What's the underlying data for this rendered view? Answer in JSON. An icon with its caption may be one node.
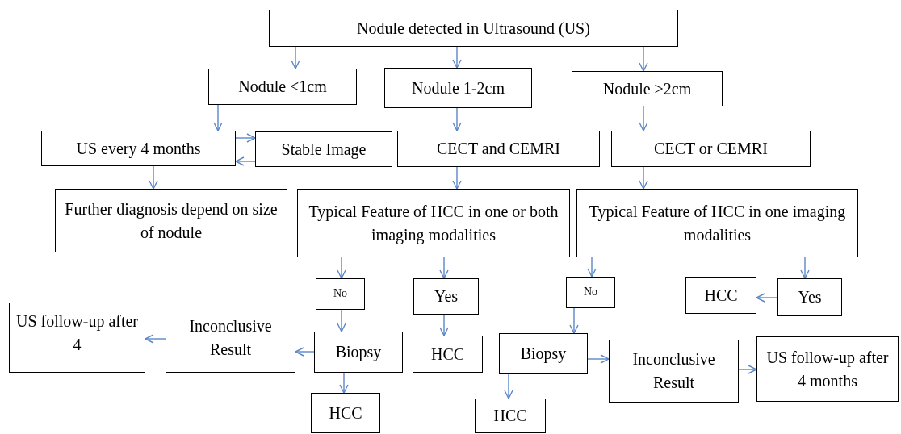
{
  "diagram": {
    "nodes": [
      {
        "text": [
          "Nodule detected in Ultrasound (US)"
        ]
      },
      {
        "text": [
          "Nodule <1cm"
        ]
      },
      {
        "text": [
          "Nodule 1-2cm"
        ]
      },
      {
        "text": [
          "Nodule >2cm"
        ]
      },
      {
        "text": [
          "US every 4 months"
        ]
      },
      {
        "text": [
          "Stable Image"
        ]
      },
      {
        "text": [
          "CECT and CEMRI"
        ]
      },
      {
        "text": [
          "CECT or CEMRI"
        ]
      },
      {
        "text": [
          "Further diagnosis depend on size of nodule"
        ]
      },
      {
        "text": [
          "Typical Feature of HCC in one or both imaging modalities"
        ]
      },
      {
        "text": [
          "Typical Feature of HCC in one imaging modalities"
        ]
      },
      {
        "text": [
          "No"
        ]
      },
      {
        "text": [
          "Yes"
        ]
      },
      {
        "text": [
          "No"
        ]
      },
      {
        "text": [
          "HCC"
        ]
      },
      {
        "text": [
          "Yes"
        ]
      },
      {
        "text": [
          "US follow-up after 4"
        ]
      },
      {
        "text": [
          "Inconclusive Result"
        ]
      },
      {
        "text": [
          "Biopsy"
        ]
      },
      {
        "text": [
          "HCC"
        ]
      },
      {
        "text": [
          "Biopsy"
        ]
      },
      {
        "text": [
          "Inconclusive Result"
        ]
      },
      {
        "text": [
          "US follow-up after 4 months"
        ]
      },
      {
        "text": [
          "HCC"
        ]
      },
      {
        "text": [
          "HCC"
        ]
      }
    ],
    "edges": [
      {
        "from": 0,
        "to": 1,
        "arrow": "to"
      },
      {
        "from": 0,
        "to": 2,
        "arrow": "to"
      },
      {
        "from": 0,
        "to": 3,
        "arrow": "to"
      },
      {
        "from": 1,
        "to": 4,
        "arrow": "to"
      },
      {
        "from": 2,
        "to": 6,
        "arrow": "to"
      },
      {
        "from": 3,
        "to": 7,
        "arrow": "to"
      },
      {
        "from": 4,
        "to": 5,
        "arrow": "to"
      },
      {
        "from": 5,
        "to": 4,
        "arrow": "to"
      },
      {
        "from": 4,
        "to": 8,
        "arrow": "to"
      },
      {
        "from": 6,
        "to": 9,
        "arrow": "to"
      },
      {
        "from": 7,
        "to": 10,
        "arrow": "to"
      },
      {
        "from": 9,
        "to": 11,
        "arrow": "to"
      },
      {
        "from": 9,
        "to": 12,
        "arrow": "to"
      },
      {
        "from": 10,
        "to": 13,
        "arrow": "to"
      },
      {
        "from": 10,
        "to": 15,
        "arrow": "to"
      },
      {
        "from": 15,
        "to": 14,
        "arrow": "to"
      },
      {
        "from": 11,
        "to": 18,
        "arrow": "to"
      },
      {
        "from": 12,
        "to": 19,
        "arrow": "to"
      },
      {
        "from": 13,
        "to": 20,
        "arrow": "to"
      },
      {
        "from": 18,
        "to": 17,
        "arrow": "to"
      },
      {
        "from": 17,
        "to": 16,
        "arrow": "to"
      },
      {
        "from": 18,
        "to": 23,
        "arrow": "to"
      },
      {
        "from": 20,
        "to": 21,
        "arrow": "to"
      },
      {
        "from": 21,
        "to": 22,
        "arrow": "to"
      },
      {
        "from": 20,
        "to": 24,
        "arrow": "to"
      }
    ]
  }
}
